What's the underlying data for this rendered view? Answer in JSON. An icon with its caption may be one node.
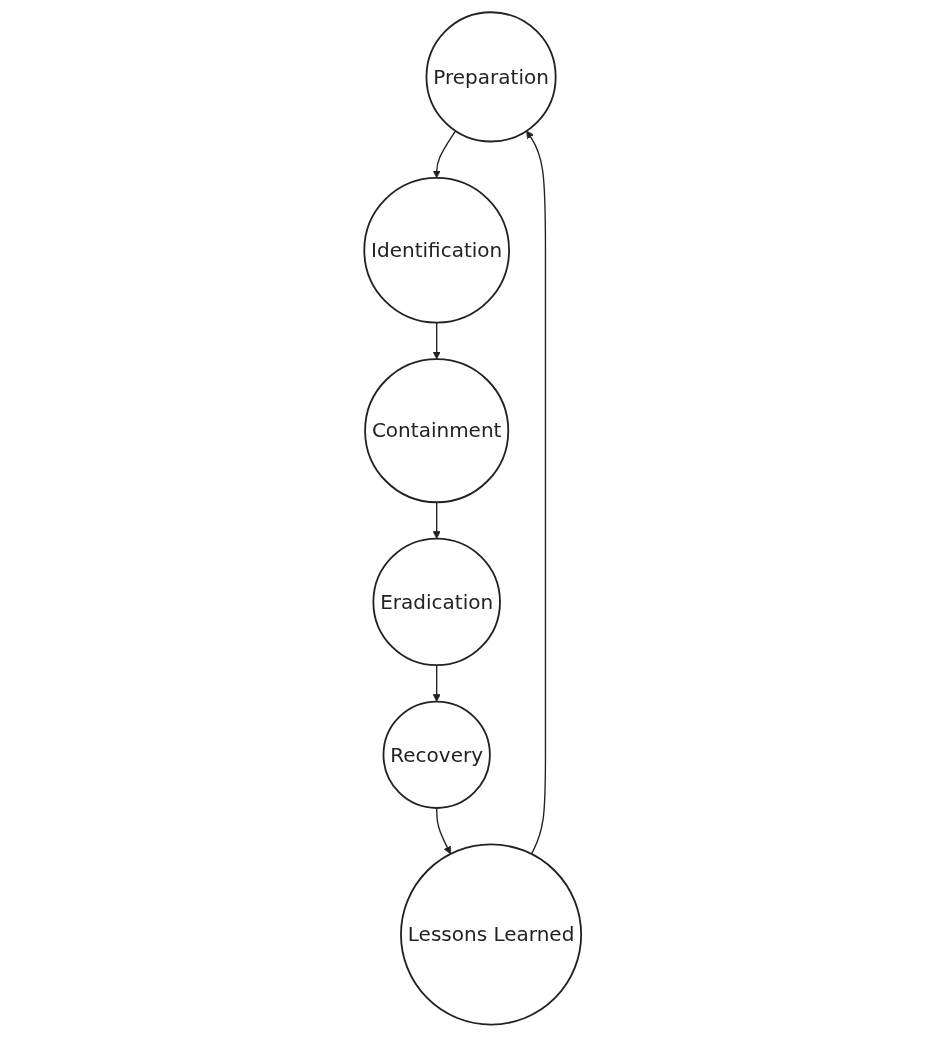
{
  "diagram": {
    "nodes": [
      {
        "text": [
          "Preparation"
        ]
      },
      {
        "text": [
          "Identification"
        ]
      },
      {
        "text": [
          "Containment"
        ]
      },
      {
        "text": [
          "Eradication"
        ]
      },
      {
        "text": [
          "Recovery"
        ]
      },
      {
        "text": [
          "Lessons Learned"
        ]
      }
    ],
    "edges": [
      {
        "from": 0,
        "to": 1,
        "arrow": "to"
      },
      {
        "from": 1,
        "to": 2,
        "arrow": "to"
      },
      {
        "from": 2,
        "to": 3,
        "arrow": "to"
      },
      {
        "from": 3,
        "to": 4,
        "arrow": "to"
      },
      {
        "from": 4,
        "to": 5,
        "arrow": "to"
      },
      {
        "from": 5,
        "to": 0,
        "arrow": "to"
      }
    ]
  }
}
